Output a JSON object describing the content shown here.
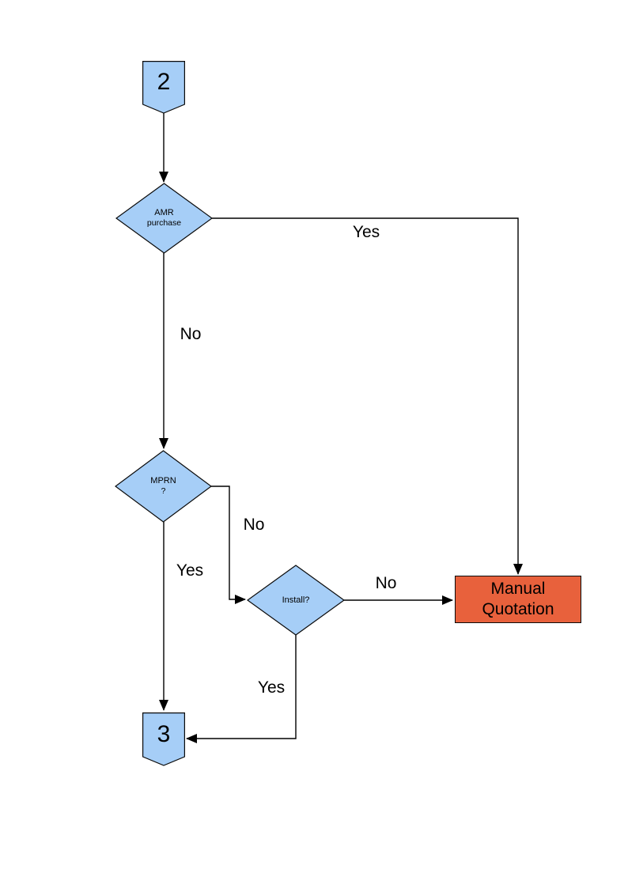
{
  "colors": {
    "page_bg": "#ffffff",
    "shape_fill": "#a6cef7",
    "shape_border": "#0a0a0a",
    "terminal_fill": "#e8613c",
    "connector": "#000000",
    "text": "#000000"
  },
  "flowchart": {
    "nodes": {
      "connector_2": {
        "type": "off-page-connector",
        "label": "2"
      },
      "decision_amr": {
        "type": "decision",
        "line1": "AMR",
        "line2": "purchase"
      },
      "decision_mprn": {
        "type": "decision",
        "line1": "MPRN",
        "line2": "?"
      },
      "decision_install": {
        "type": "decision",
        "label": "Install?"
      },
      "process_manual_quotation": {
        "type": "process",
        "line1": "Manual",
        "line2": "Quotation"
      },
      "connector_3": {
        "type": "off-page-connector",
        "label": "3"
      }
    },
    "edges": {
      "start_to_amr": {
        "from": "connector_2",
        "to": "decision_amr",
        "label": ""
      },
      "amr_yes": {
        "from": "decision_amr",
        "to": "process_manual_quotation",
        "label": "Yes"
      },
      "amr_no": {
        "from": "decision_amr",
        "to": "decision_mprn",
        "label": "No"
      },
      "mprn_no": {
        "from": "decision_mprn",
        "to": "decision_install",
        "label": "No"
      },
      "mprn_yes": {
        "from": "decision_mprn",
        "to": "connector_3",
        "label": "Yes"
      },
      "install_no": {
        "from": "decision_install",
        "to": "process_manual_quotation",
        "label": "No"
      },
      "install_yes": {
        "from": "decision_install",
        "to": "connector_3",
        "label": "Yes"
      }
    }
  }
}
